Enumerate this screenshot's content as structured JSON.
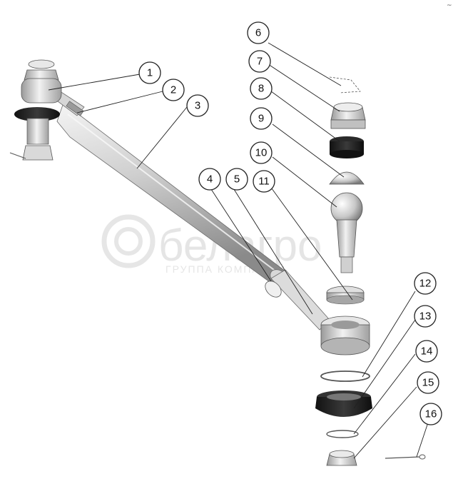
{
  "watermark": {
    "brand": "белагро",
    "subtitle": "ГРУППА КОМПАНИЙ"
  },
  "corner_mark": "~",
  "callouts": [
    "1",
    "2",
    "3",
    "4",
    "5",
    "6",
    "7",
    "8",
    "9",
    "10",
    "11",
    "12",
    "13",
    "14",
    "15",
    "16"
  ],
  "colors": {
    "metal_light": "#e6e6e6",
    "metal_mid": "#c4c4c4",
    "metal_dark": "#8c8c8c",
    "rubber": "#1c1c1c",
    "outline": "#555555"
  }
}
